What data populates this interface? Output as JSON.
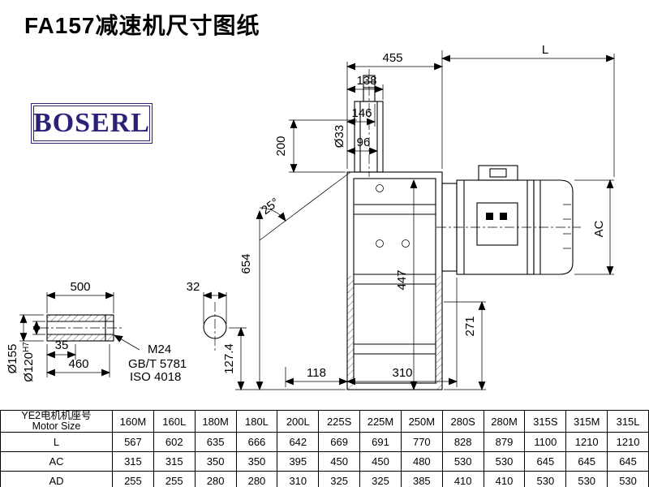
{
  "title": "FA157减速机尺寸图纸",
  "logo": {
    "text": "BOSERL"
  },
  "dims": {
    "w455": "455",
    "L": "L",
    "d138": "138",
    "d146": "146",
    "d96": "96",
    "dia33": "Ø33",
    "h200": "200",
    "ang25": "25°",
    "h654": "654",
    "h447": "447",
    "AC": "AC",
    "h271": "271",
    "w118": "118",
    "w310": "310",
    "h1274": "127.4",
    "w500": "500",
    "d32": "32",
    "w35": "35",
    "w460": "460",
    "dia155": "Ø155",
    "dia120": "Ø120",
    "dia120tol": "H7",
    "m24": "M24",
    "gbt": "GB/T 5781",
    "iso": "ISO 4018"
  },
  "table": {
    "header_cn": "YE2电机机座号",
    "header_en": "Motor Size",
    "sizes": [
      "160M",
      "160L",
      "180M",
      "180L",
      "200L",
      "225S",
      "225M",
      "250M",
      "280S",
      "280M",
      "315S",
      "315M",
      "315L"
    ],
    "rows": [
      {
        "label": "L",
        "values": [
          567,
          602,
          635,
          666,
          642,
          669,
          691,
          770,
          828,
          879,
          1100,
          1210,
          1210
        ]
      },
      {
        "label": "AC",
        "values": [
          315,
          315,
          350,
          350,
          395,
          450,
          450,
          480,
          530,
          530,
          645,
          645,
          645
        ]
      },
      {
        "label": "AD",
        "values": [
          255,
          255,
          280,
          280,
          310,
          325,
          325,
          385,
          410,
          410,
          530,
          530,
          530
        ]
      }
    ]
  }
}
